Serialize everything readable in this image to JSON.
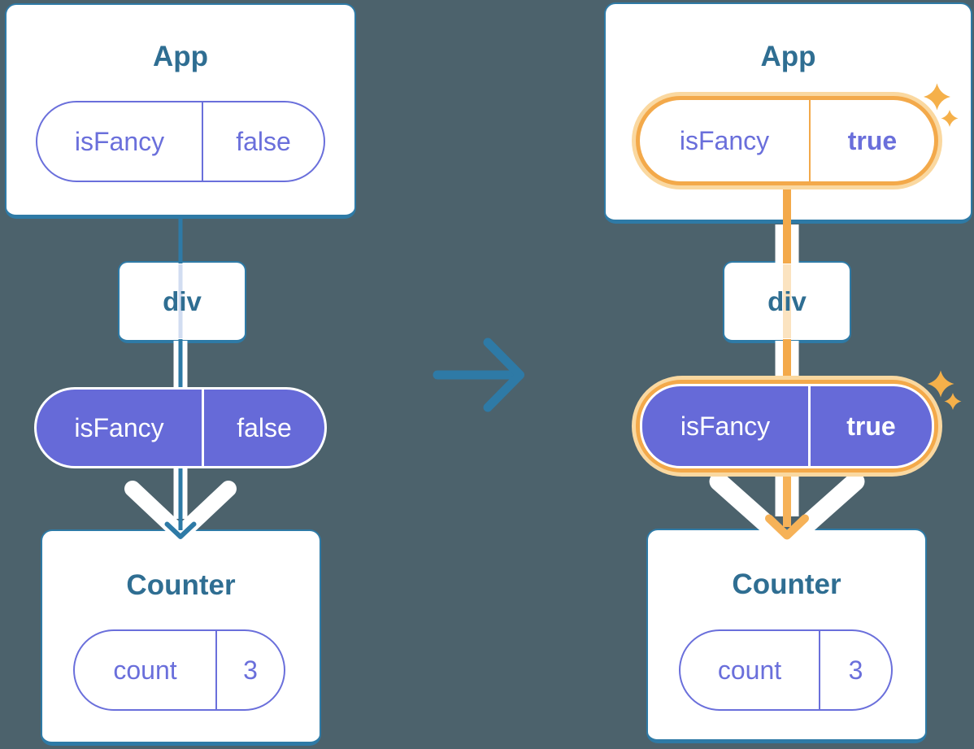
{
  "canvas": {
    "background": "#4C626C"
  },
  "palette": {
    "teal_line": "#2E7AA6",
    "title_text": "#2F6E92",
    "purple": "#6A6FDB",
    "purple_fill": "#666AD8",
    "orange": "#F3A94A",
    "orange_glow": "#FAD8A0",
    "white": "#FFFFFF"
  },
  "icons": {
    "transition": "right-arrow-icon",
    "render_left": "down-arrow-icon",
    "render_right": "down-arrow-icon",
    "highlight": "sparkles-icon"
  },
  "left_tree": {
    "app": {
      "title": "App",
      "prop": {
        "name": "isFancy",
        "value": "false"
      }
    },
    "div_box": {
      "label": "div"
    },
    "prop_pill": {
      "name": "isFancy",
      "value": "false"
    },
    "counter": {
      "title": "Counter",
      "state": {
        "name": "count",
        "value": "3"
      }
    }
  },
  "right_tree": {
    "app": {
      "title": "App",
      "prop": {
        "name": "isFancy",
        "value": "true"
      }
    },
    "div_box": {
      "label": "div"
    },
    "prop_pill": {
      "name": "isFancy",
      "value": "true"
    },
    "counter": {
      "title": "Counter",
      "state": {
        "name": "count",
        "value": "3"
      }
    }
  }
}
